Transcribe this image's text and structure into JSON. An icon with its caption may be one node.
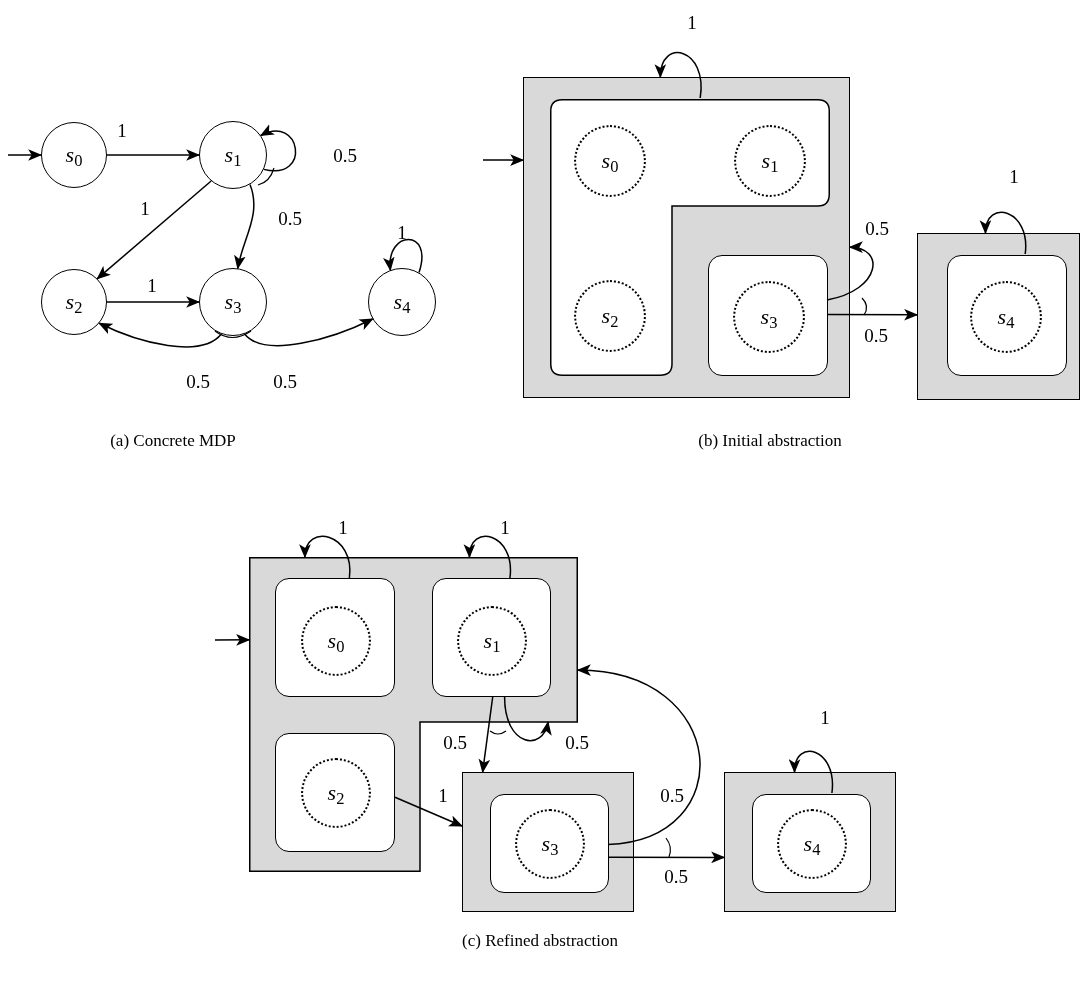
{
  "diagram": {
    "nodes": [
      {
        "text": [
          "*s*$_{0}$"
        ]
      },
      {
        "text": [
          "*s*$_{1}$"
        ]
      },
      {
        "text": [
          "*s*$_{2}$"
        ]
      },
      {
        "text": [
          "*s*$_{3}$"
        ]
      },
      {
        "text": [
          "*s*$_{4}$"
        ]
      },
      {
        "text": [],
        "shape": "box"
      },
      {
        "text": [],
        "shape": "box",
        "in": 5
      },
      {
        "text": [
          "*s*$_{0}$"
        ],
        "in": 6
      },
      {
        "text": [
          "*s*$_{1}$"
        ],
        "in": 6
      },
      {
        "text": [
          "*s*$_{2}$"
        ],
        "in": 6
      },
      {
        "text": [],
        "shape": "box",
        "in": 5
      },
      {
        "text": [
          "*s*$_{3}$"
        ],
        "in": 10
      },
      {
        "text": [],
        "shape": "box"
      },
      {
        "text": [],
        "shape": "box",
        "in": 12
      },
      {
        "text": [
          "*s*$_{4}$"
        ],
        "in": 13
      },
      {
        "text": [],
        "shape": "box"
      },
      {
        "text": [],
        "shape": "box",
        "in": 15
      },
      {
        "text": [
          "*s*$_{0}$"
        ],
        "in": 16
      },
      {
        "text": [],
        "shape": "box",
        "in": 15
      },
      {
        "text": [
          "*s*$_{1}$"
        ],
        "in": 18
      },
      {
        "text": [],
        "shape": "box",
        "in": 15
      },
      {
        "text": [
          "*s*$_{2}$"
        ],
        "in": 20
      },
      {
        "text": [],
        "shape": "box"
      },
      {
        "text": [],
        "shape": "box",
        "in": 22
      },
      {
        "text": [
          "*s*$_{3}$"
        ],
        "in": 23
      },
      {
        "text": [],
        "shape": "box"
      },
      {
        "text": [],
        "shape": "box",
        "in": 25
      },
      {
        "text": [
          "*s*$_{4}$"
        ],
        "in": 26
      }
    ],
    "edges": [
      {
        "from": null,
        "to": 0,
        "arrow": "to"
      },
      {
        "from": 0,
        "to": 1,
        "arrow": "to",
        "label": "1"
      },
      {
        "from": 1,
        "to": 1,
        "arrow": "to",
        "label": "0.5"
      },
      {
        "from": 1,
        "to": 2,
        "arrow": "to",
        "label": "1"
      },
      {
        "from": 1,
        "to": 3,
        "arrow": "to",
        "label": "0.5"
      },
      {
        "from": 2,
        "to": 3,
        "arrow": "to",
        "label": "1"
      },
      {
        "from": 3,
        "to": 2,
        "arrow": "to",
        "label": "0.5"
      },
      {
        "from": 3,
        "to": 4,
        "arrow": "to",
        "label": "0.5"
      },
      {
        "from": 4,
        "to": 4,
        "arrow": "to",
        "label": "1"
      },
      {
        "from": null,
        "to": 5,
        "arrow": "to"
      },
      {
        "from": 6,
        "to": 5,
        "arrow": "to",
        "label": "1"
      },
      {
        "from": 10,
        "to": 5,
        "arrow": "to",
        "label": "0.5"
      },
      {
        "from": 10,
        "to": 12,
        "arrow": "to",
        "label": "0.5"
      },
      {
        "from": 13,
        "to": 12,
        "arrow": "to",
        "label": "1"
      },
      {
        "from": null,
        "to": 15,
        "arrow": "to"
      },
      {
        "from": 16,
        "to": 15,
        "arrow": "to",
        "label": "1"
      },
      {
        "from": 18,
        "to": 15,
        "arrow": "to",
        "label": "1"
      },
      {
        "from": 18,
        "to": 22,
        "arrow": "to",
        "label": "0.5"
      },
      {
        "from": 18,
        "to": 15,
        "arrow": "to",
        "label": "0.5"
      },
      {
        "from": 20,
        "to": 22,
        "arrow": "to",
        "label": "1"
      },
      {
        "from": 23,
        "to": 15,
        "arrow": "to",
        "label": "0.5"
      },
      {
        "from": 23,
        "to": 25,
        "arrow": "to",
        "label": "0.5"
      },
      {
        "from": 26,
        "to": 25,
        "arrow": "to",
        "label": "1"
      }
    ],
    "labels": [
      "(a) Concrete MDP",
      "(b) Initial abstraction",
      "(c) Refined abstraction"
    ]
  }
}
